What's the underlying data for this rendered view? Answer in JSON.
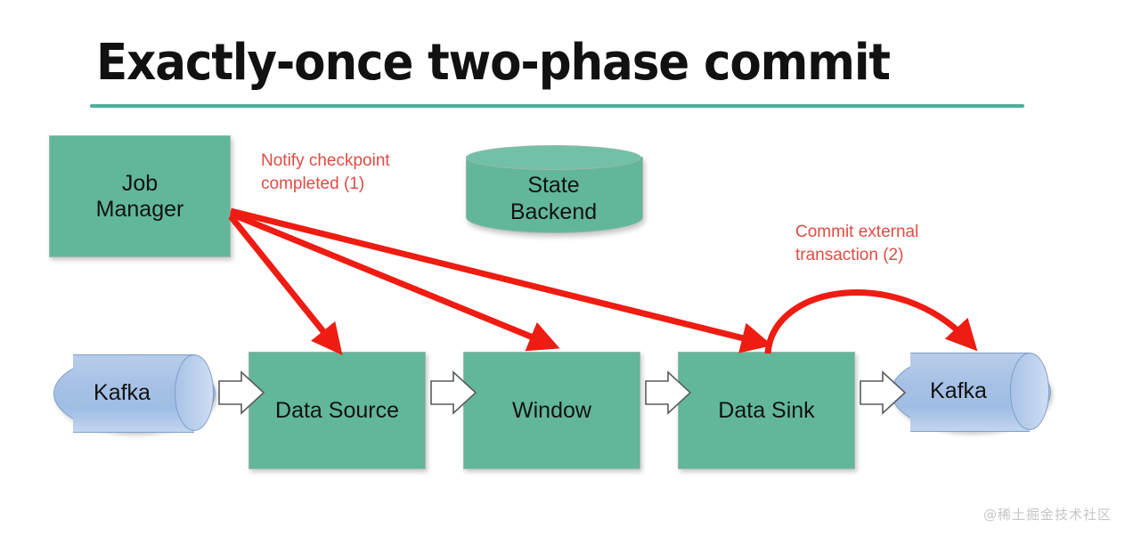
{
  "slide": {
    "title": "Exactly-once two-phase commit",
    "watermark": "@稀土掘金技术社区",
    "accent_color": "#4cae9a",
    "node_green": "#62b79b",
    "node_blue": "#a6c1e6",
    "annotation_red": "#e04b43"
  },
  "nodes": {
    "job_manager": {
      "label_line1": "Job",
      "label_line2": "Manager"
    },
    "state_backend": {
      "label_line1": "State",
      "label_line2": "Backend"
    },
    "kafka_source": {
      "label": "Kafka"
    },
    "data_source": {
      "label": "Data Source"
    },
    "window": {
      "label": "Window"
    },
    "data_sink": {
      "label": "Data Sink"
    },
    "kafka_sink": {
      "label": "Kafka"
    }
  },
  "annotations": {
    "notify": "Notify checkpoint\ncompleted (1)",
    "commit": "Commit external\ntransaction (2)"
  },
  "diagram_data": {
    "type": "diagram",
    "pipeline": [
      "Kafka",
      "Data Source",
      "Window",
      "Data Sink",
      "Kafka"
    ],
    "control_edges": [
      {
        "from": "Job Manager",
        "to": "Data Source",
        "label": "Notify checkpoint completed (1)"
      },
      {
        "from": "Job Manager",
        "to": "Window",
        "label": "Notify checkpoint completed (1)"
      },
      {
        "from": "Job Manager",
        "to": "Data Sink",
        "label": "Notify checkpoint completed (1)"
      },
      {
        "from": "Data Sink",
        "to": "Kafka",
        "label": "Commit external transaction (2)"
      }
    ]
  }
}
